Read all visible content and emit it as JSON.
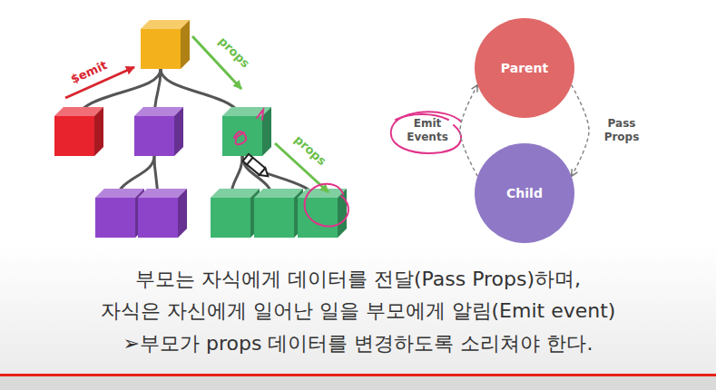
{
  "diagram": {
    "nodes": [
      {
        "text": [
          "Parent"
        ]
      },
      {
        "text": [
          "Child"
        ]
      }
    ],
    "edges": [
      {
        "from": 1,
        "to": 0,
        "arrow": "to",
        "label": "Emit Events"
      },
      {
        "from": 0,
        "to": 1,
        "arrow": "to",
        "label": "Pass Props"
      }
    ],
    "labels": [
      "$emit",
      "props",
      "props",
      "부모는 자식에게 데이터를 전달(Pass Props)하며,",
      "자식은 자신에게 일어난 일을 부모에게 알림(Emit event)",
      "➢부모가 props 데이터를 변경하도록 소리쳐야 한다."
    ]
  }
}
